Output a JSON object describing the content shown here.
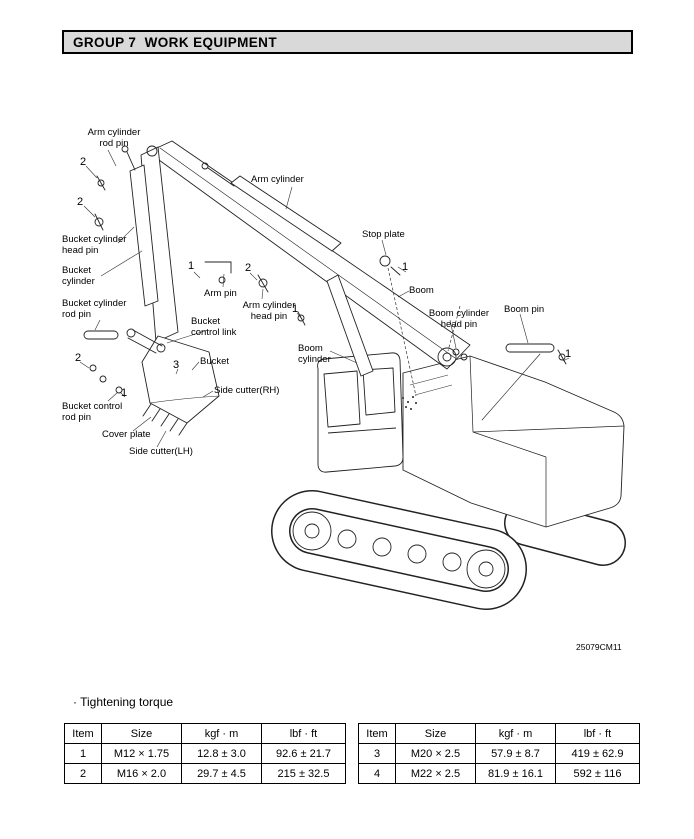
{
  "header": {
    "title": "GROUP 7  WORK EQUIPMENT"
  },
  "diagram": {
    "code": "25079CM11",
    "labels": [
      "Arm cylinder\nrod pin",
      "2",
      "2",
      "Bucket cylinder\nhead pin",
      "Bucket\ncylinder",
      "Bucket cylinder\nrod pin",
      "Arm cylinder",
      "1",
      "Arm pin",
      "2",
      "Arm cylinder\nhead pin",
      "Stop plate",
      "1",
      "Boom",
      "1",
      "Boom cylinder\nhead pin",
      "Boom pin",
      "1",
      "Bucket\ncontrol link",
      "Boom\ncylinder",
      "3",
      "Bucket",
      "2",
      "Side cutter(RH)",
      "1",
      "Bucket control\nrod pin",
      "Cover plate",
      "Side cutter(LH)"
    ]
  },
  "torque": {
    "title": "· Tightening torque",
    "tables": [
      {
        "headers": [
          "Item",
          "Size",
          "kgf · m",
          "lbf · ft"
        ],
        "rows": [
          [
            "1",
            "M12 × 1.75",
            "12.8 ± 3.0",
            "92.6 ± 21.7"
          ],
          [
            "2",
            "M16 × 2.0",
            "29.7 ± 4.5",
            "215 ± 32.5"
          ]
        ]
      },
      {
        "headers": [
          "Item",
          "Size",
          "kgf · m",
          "lbf · ft"
        ],
        "rows": [
          [
            "3",
            "M20 × 2.5",
            "57.9 ± 8.7",
            "419 ± 62.9"
          ],
          [
            "4",
            "M22 × 2.5",
            "81.9 ± 16.1",
            "592 ± 116"
          ]
        ]
      }
    ]
  }
}
